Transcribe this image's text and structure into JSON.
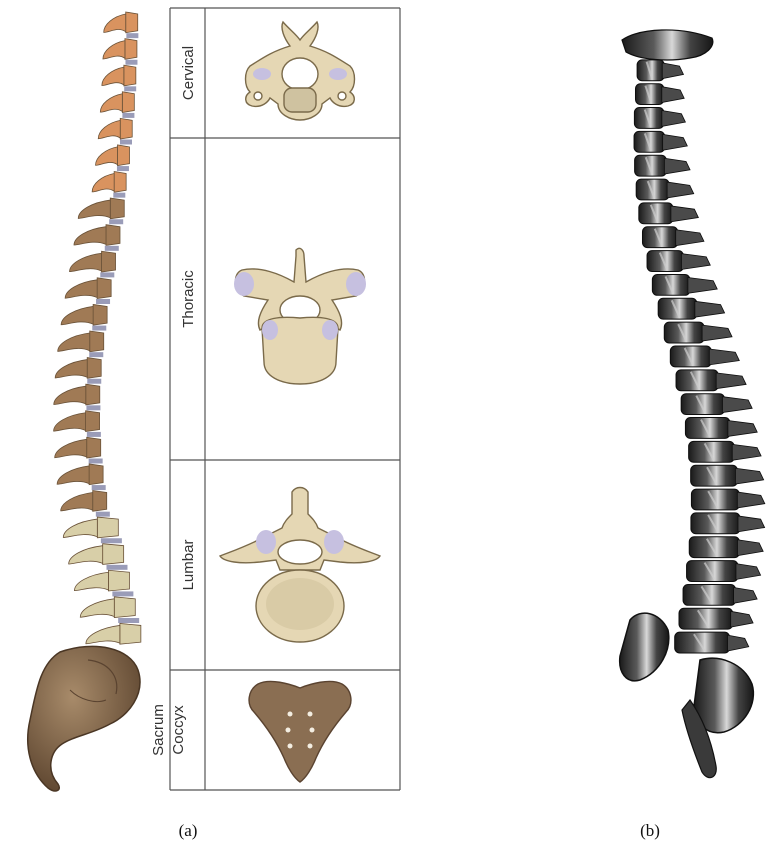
{
  "panel_a": {
    "regions": [
      {
        "id": "cervical",
        "label": "Cervical"
      },
      {
        "id": "thoracic",
        "label": "Thoracic"
      },
      {
        "id": "lumbar",
        "label": "Lumbar"
      },
      {
        "id": "sacrum",
        "label_line1": "Sacrum",
        "label_line2": "Coccyx"
      }
    ],
    "caption": "(a)"
  },
  "panel_b": {
    "caption": "(b)"
  },
  "colors": {
    "cervical_bone": "#d9935f",
    "thoracic_bone": "#a07a55",
    "lumbar_bone": "#d8cfa8",
    "sacrum_bone": "#7a6045",
    "disc": "#9a9cb8",
    "vertebra_fill": "#e5d7b4",
    "vertebra_stroke": "#7a6a4a",
    "facet": "#c6c0e0",
    "model_dark": "#2b2b2b",
    "model_highlight": "#cfcfcf"
  }
}
